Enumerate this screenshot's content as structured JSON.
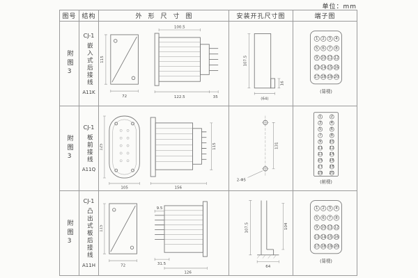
{
  "page": {
    "unit_label": "单位：mm"
  },
  "table": {
    "headers": {
      "fig": "图号",
      "structure": "结构",
      "outline": "外形尺寸图",
      "install": "安装开孔尺寸图",
      "terminal": "端子图"
    },
    "rows": [
      {
        "fig": "附图3",
        "model": "CJ-1",
        "structure": "嵌入式后接线",
        "code": "A11K",
        "outline": {
          "front_h": "115",
          "front_w": "72",
          "side_top": "100.5",
          "side_overall": "122.5",
          "side_depth": "35"
        },
        "install": {
          "h": "107.5",
          "notch": "16",
          "width_note": "(64)"
        },
        "terminal": {
          "caption": "(背视)",
          "numbers": [
            "1",
            "2",
            "3",
            "4",
            "5",
            "6",
            "7",
            "8",
            "9",
            "10",
            "11",
            "12",
            "13",
            "14",
            "15",
            "16",
            "17",
            "18",
            "19",
            "20"
          ]
        }
      },
      {
        "fig": "附图3",
        "model": "CJ-1",
        "structure": "板前接线",
        "code": "A11Q",
        "outline": {
          "front_h": "125",
          "front_w": "105",
          "side_len": "156",
          "side_h": "115"
        },
        "install": {
          "span": "131",
          "holes": "2-Φ5"
        },
        "terminal": {
          "caption": "(前视)",
          "numbers": [
            "1",
            "2",
            "3",
            "4",
            "5",
            "6",
            "7",
            "8",
            "9",
            "10",
            "11",
            "12",
            "13",
            "14",
            "15",
            "16",
            "17",
            "18",
            "19",
            "20"
          ]
        }
      },
      {
        "fig": "附图3",
        "model": "CJ-1",
        "structure": "凸出式板后接线",
        "code": "A11H",
        "outline": {
          "front_h": "115",
          "front_w": "72",
          "pin": "9.5",
          "step": "31.5",
          "len": "126"
        },
        "install": {
          "h": "107.5",
          "inner": "104",
          "w": "64"
        },
        "terminal": {
          "caption": "(背视)",
          "numbers": [
            "1",
            "2",
            "3",
            "4",
            "5",
            "6",
            "7",
            "8",
            "9",
            "10",
            "11",
            "12",
            "13",
            "14",
            "15",
            "16",
            "17",
            "18",
            "19",
            "20"
          ]
        }
      }
    ]
  }
}
